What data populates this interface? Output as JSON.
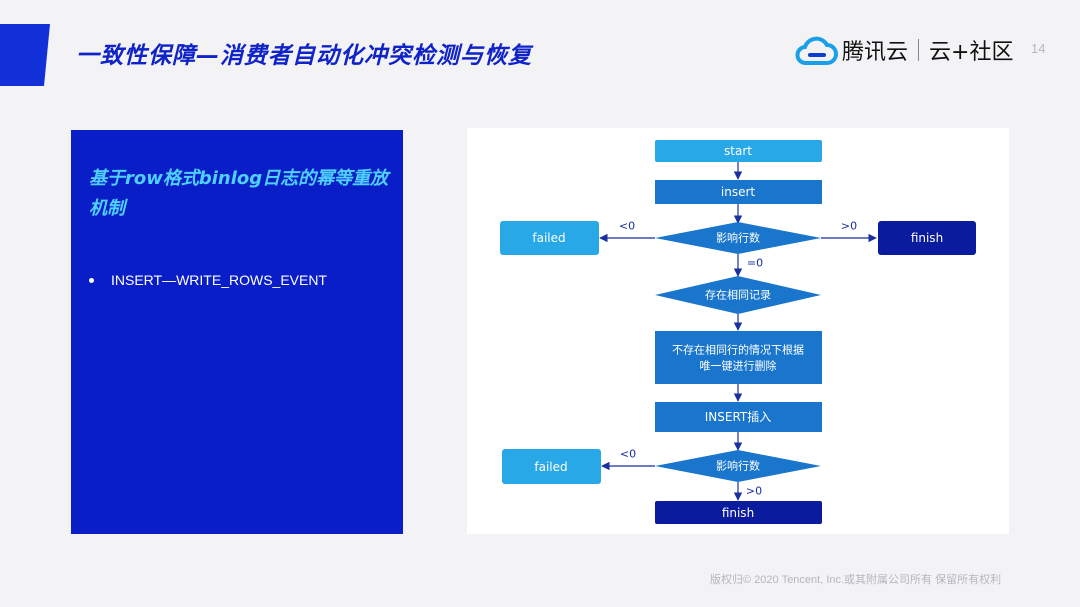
{
  "header": {
    "title": "一致性保障—消费者自动化冲突检测与恢复",
    "page_number": "14"
  },
  "logo": {
    "brand": "腾讯云",
    "community": "云+社区"
  },
  "left_panel": {
    "heading": "基于row格式binlog日志的幂等重放机制",
    "bullets": [
      "INSERT—WRITE_ROWS_EVENT"
    ]
  },
  "flowchart": {
    "nodes": {
      "start": "start",
      "insert": "insert",
      "check1": "影响行数",
      "failed1": "failed",
      "finish1": "finish",
      "check_same": "存在相同记录",
      "delete_line1": "不存在相同行的情况下根据",
      "delete_line2": "唯一键进行删除",
      "insert2": "INSERT插入",
      "check2": "影响行数",
      "failed2": "failed",
      "finish2": "finish"
    },
    "edge_labels": {
      "lt0_a": "<0",
      "gt0_a": ">0",
      "eq0": "=0",
      "lt0_b": "<0",
      "gt0_b": ">0"
    }
  },
  "footer": {
    "copyright": "版权归© 2020 Tencent, Inc.或其附属公司所有 保留所有权利"
  },
  "colors": {
    "primary_blue": "#0a1ec8",
    "light_blue": "#29a8e8",
    "mid_blue": "#1a76cc",
    "dark_navy": "#0a1b9e",
    "arrow": "#1a2fa0"
  }
}
